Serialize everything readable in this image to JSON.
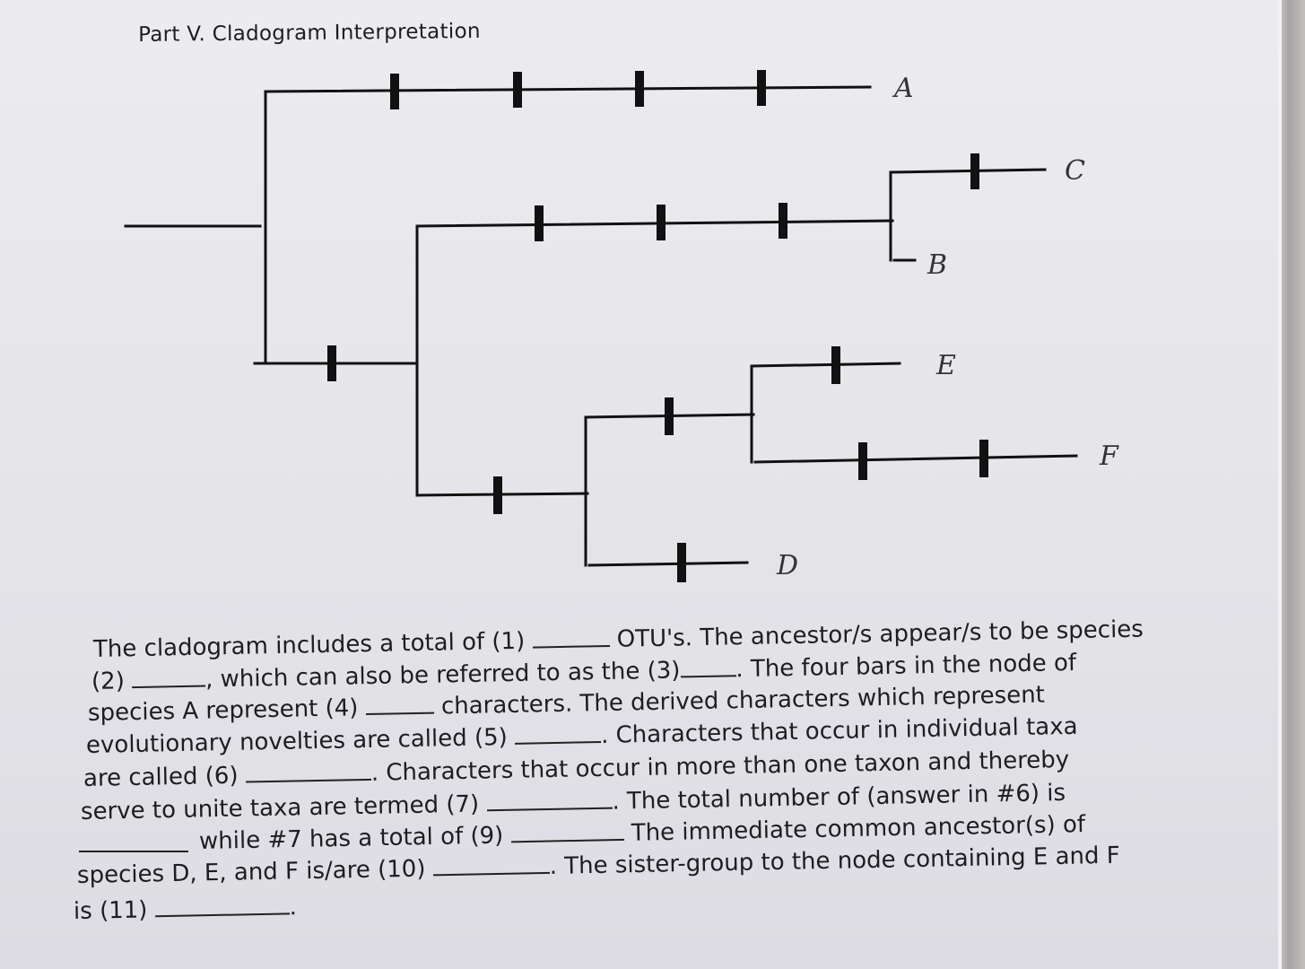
{
  "page": {
    "section_title": "Part V. Cladogram Interpretation"
  },
  "cladogram": {
    "taxa": [
      "A",
      "B",
      "C",
      "D",
      "E",
      "F"
    ]
  },
  "passage": {
    "line1_a": "The cladogram includes a total of (1)",
    "line1_b": "OTU's. The ancestor/s appear/s to be species",
    "line2_a": "(2)",
    "line2_b": ", which can also be referred to as the (3)",
    "line2_c": ". The four bars in the node of",
    "line3_a": "species A represent (4)",
    "line3_b": "characters. The derived characters which represent",
    "line4_a": "evolutionary novelties are called (5)",
    "line4_b": ". Characters that occur in individual taxa",
    "line5_a": "are called (6)",
    "line5_b": ". Characters that occur in more than one taxon and thereby",
    "line6_a": "serve to unite taxa are termed (7)",
    "line6_b": ". The total number of (answer in #6) is",
    "line7_a": "while #7 has a total of (9)",
    "line7_b": "The immediate common ancestor(s) of",
    "line8_a": "species D, E, and F is/are (10)",
    "line8_b": ". The sister-group to the node containing E and F",
    "line9_a": "is (11)",
    "line9_b": "."
  }
}
